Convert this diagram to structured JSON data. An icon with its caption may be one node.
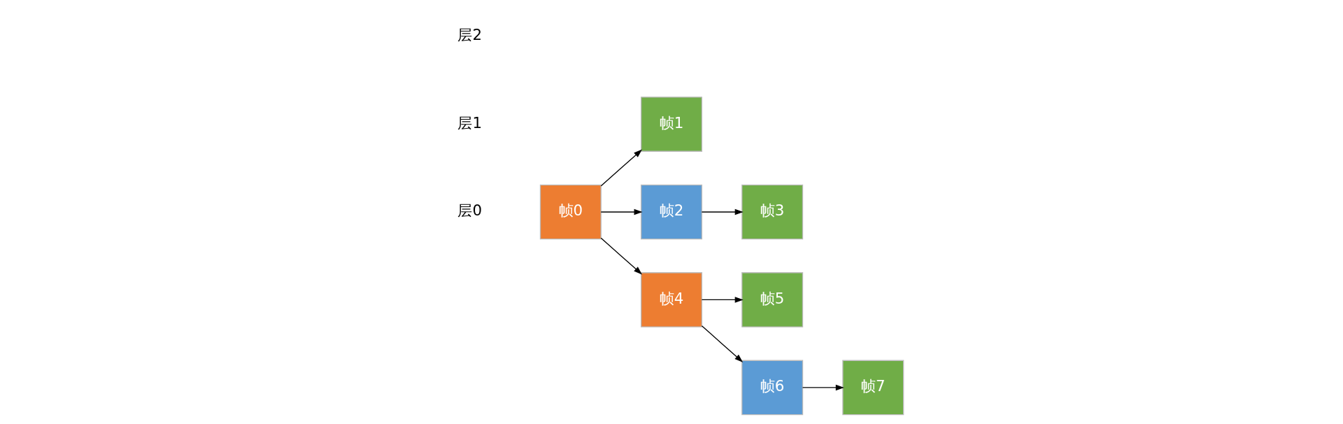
{
  "diagram": {
    "nodes": [
      {
        "text": [
          "帧0"
        ]
      },
      {
        "text": [
          "帧1"
        ]
      },
      {
        "text": [
          "帧2"
        ]
      },
      {
        "text": [
          "帧3"
        ]
      },
      {
        "text": [
          "帧4"
        ]
      },
      {
        "text": [
          "帧5"
        ]
      },
      {
        "text": [
          "帧6"
        ]
      },
      {
        "text": [
          "帧7"
        ]
      }
    ],
    "edges": [
      {
        "from": 0,
        "to": 1,
        "arrow": "to"
      },
      {
        "from": 0,
        "to": 2,
        "arrow": "to"
      },
      {
        "from": 0,
        "to": 4,
        "arrow": "to"
      },
      {
        "from": 2,
        "to": 3,
        "arrow": "to"
      },
      {
        "from": 4,
        "to": 5,
        "arrow": "to"
      },
      {
        "from": 4,
        "to": 6,
        "arrow": "to"
      },
      {
        "from": 6,
        "to": 7,
        "arrow": "to"
      }
    ],
    "labels": [
      "层2",
      "层1",
      "层0"
    ]
  }
}
